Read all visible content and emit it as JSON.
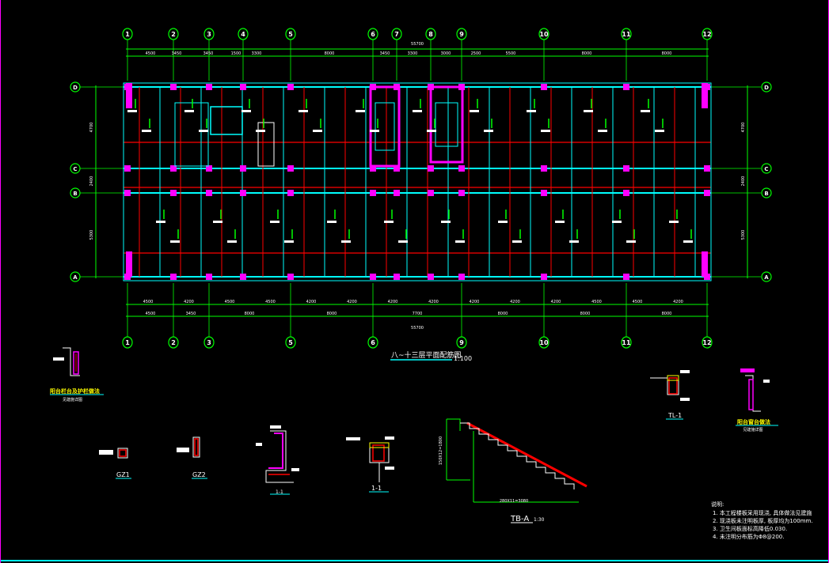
{
  "drawing": {
    "title": "八~十三层平面配筋图",
    "scale": "1:100",
    "grid_columns": [
      "1",
      "2",
      "3",
      "4",
      "5",
      "6",
      "7",
      "8",
      "9",
      "10",
      "11",
      "12"
    ],
    "grid_columns_bottom": [
      "1",
      "2",
      "3",
      "5",
      "6",
      "9",
      "10",
      "11",
      "12"
    ],
    "grid_rows": [
      "D",
      "C",
      "B",
      "A"
    ],
    "top_total": "55700",
    "top_dims": [
      "4500",
      "3450",
      "3450",
      "1500",
      "3300",
      "8000",
      "3450",
      "3300",
      "3000",
      "2500",
      "5500",
      "8000",
      "8000"
    ],
    "bottom_dims_1": [
      "4500",
      "4200",
      "4500",
      "4500",
      "4200",
      "4200",
      "4200",
      "4200",
      "4200",
      "4200",
      "4200",
      "4500",
      "4500",
      "4200"
    ],
    "bottom_dims_2": [
      "4500",
      "3450",
      "8000",
      "8000",
      "7700",
      "8000",
      "8000",
      "8000"
    ],
    "bottom_total": "55700",
    "side_dims": [
      "4700",
      "2400",
      "5300"
    ]
  },
  "details": {
    "balcony_rail": "阳台栏台及护栏做法",
    "balcony_rail_sub": "见建施详图",
    "window_sill": "阳台窗台做法",
    "window_sill_sub": "见建施详图",
    "gz1": "GZ1",
    "gz2": "GZ2",
    "section_1": "1-1",
    "section_2": "1-1",
    "tl1": "TL-1",
    "stair_label": "TB-A",
    "stair_scale": "1:30",
    "stair_run": "280X11=3080",
    "stair_rise": "150X12=1800"
  },
  "notes": {
    "heading": "说明:",
    "items": [
      "1. 本工程楼板采用现浇, 具体做法见建施",
      "2. 现浇板未注明板厚, 板厚均为100mm.",
      "3. 卫生间板面标高降低0.030.",
      "4. 未注明分布筋为Φ8@200."
    ]
  },
  "colors": {
    "grid": "#00ff00",
    "beam": "#00ffff",
    "rebar": "#ff0000",
    "column": "#ff00ff",
    "text": "#ffffff",
    "label": "#ffff00"
  }
}
